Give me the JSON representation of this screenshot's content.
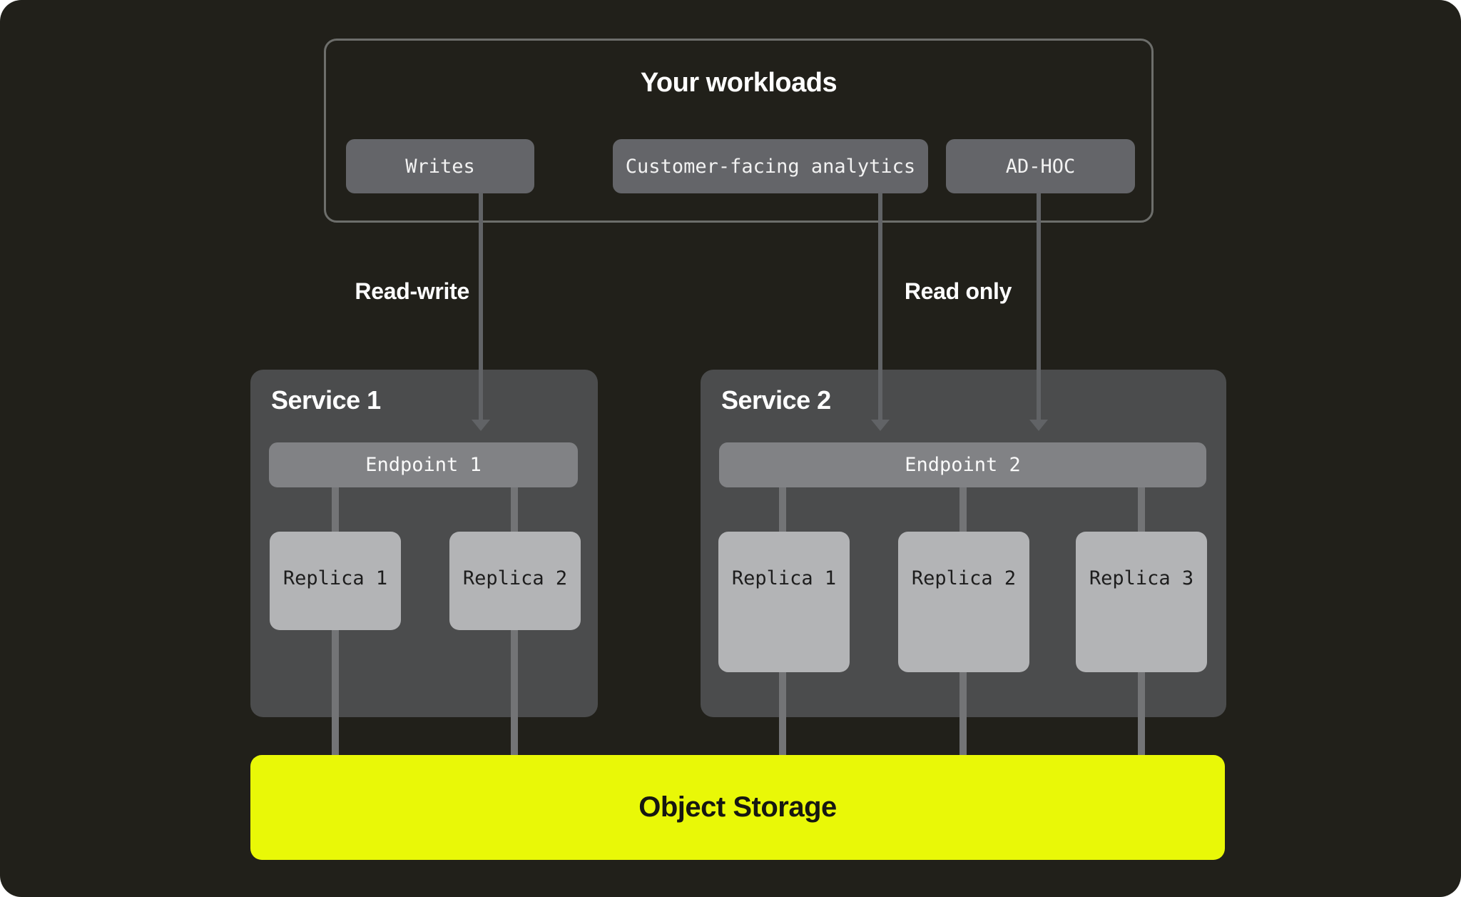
{
  "workloads": {
    "title": "Your workloads",
    "buttons": [
      {
        "label": "Writes"
      },
      {
        "label": "Customer-facing analytics"
      },
      {
        "label": "AD-HOC"
      }
    ]
  },
  "edges": {
    "read_write_label": "Read-write",
    "read_only_label": "Read only"
  },
  "services": [
    {
      "title": "Service 1",
      "endpoint": "Endpoint 1",
      "replicas": [
        "Replica 1",
        "Replica 2"
      ]
    },
    {
      "title": "Service 2",
      "endpoint": "Endpoint 2",
      "replicas": [
        "Replica 1",
        "Replica 2",
        "Replica 3"
      ]
    }
  ],
  "storage": {
    "label": "Object Storage"
  },
  "colors": {
    "background": "#21201a",
    "frame_border": "#6d6e6b",
    "workload_button": "#646569",
    "service_panel": "#4b4c4d",
    "endpoint_bar": "#818285",
    "replica_box": "#b3b4b6",
    "connector_line": "#737476",
    "arrow_line": "#616366",
    "storage_yellow": "#e9f807",
    "text_light": "#ffffff",
    "text_dark": "#1d1d1d"
  }
}
